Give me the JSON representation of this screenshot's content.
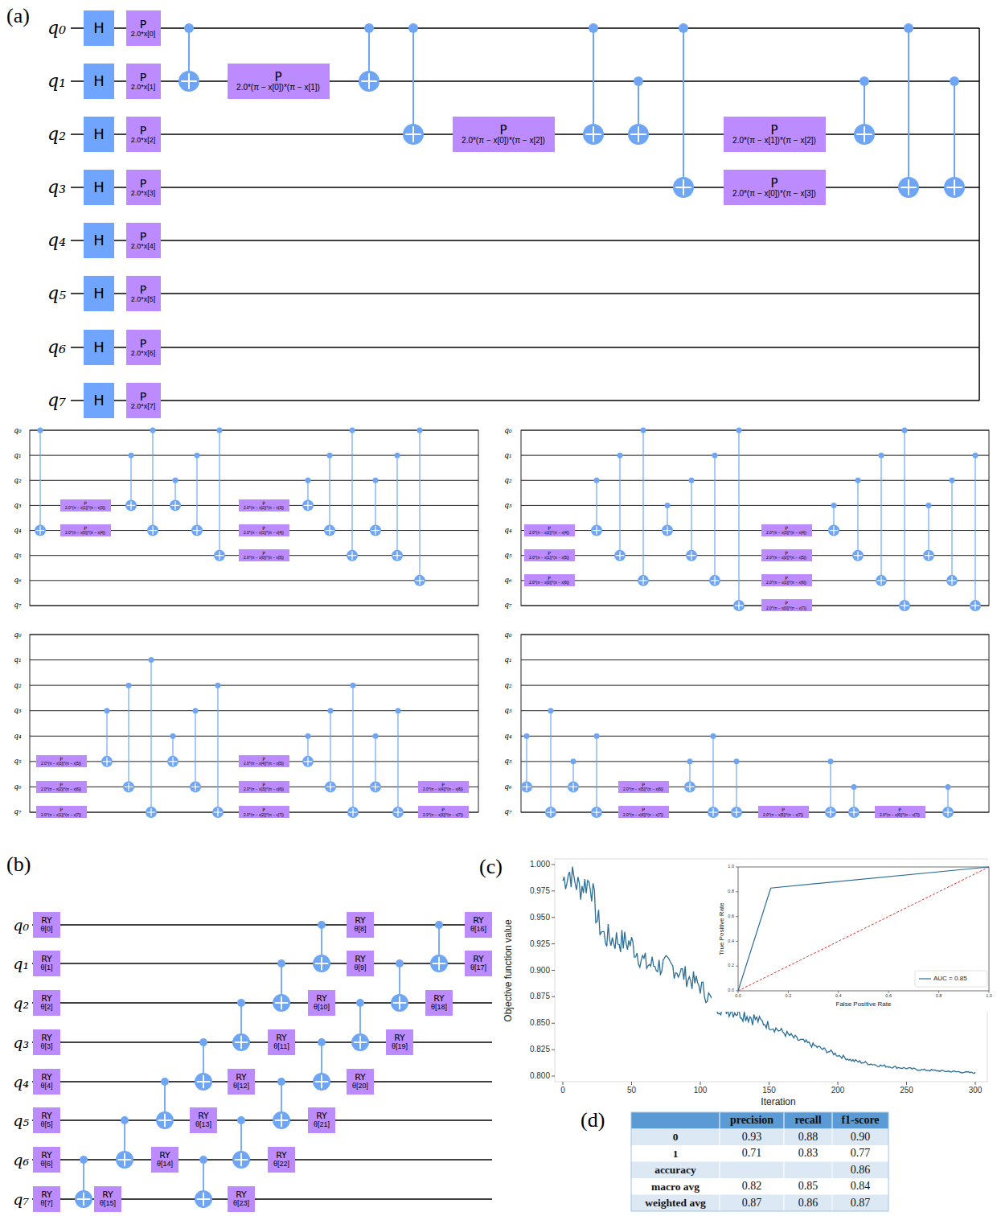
{
  "diagram": {
    "nodes": [
      {
        "text": [
          "H"
        ]
      },
      {
        "text": [
          "H"
        ]
      },
      {
        "text": [
          "H"
        ]
      },
      {
        "text": [
          "H"
        ]
      },
      {
        "text": [
          "H"
        ]
      },
      {
        "text": [
          "H"
        ]
      },
      {
        "text": [
          "H"
        ]
      },
      {
        "text": [
          "H"
        ]
      },
      {
        "text": [
          "P",
          "2.0*x[0]"
        ]
      },
      {
        "text": [
          "P",
          "2.0*x[1]"
        ]
      },
      {
        "text": [
          "P",
          "2.0*x[2]"
        ]
      },
      {
        "text": [
          "P",
          "2.0*x[3]"
        ]
      },
      {
        "text": [
          "P",
          "2.0*x[4]"
        ]
      },
      {
        "text": [
          "P",
          "2.0*x[5]"
        ]
      },
      {
        "text": [
          "P",
          "2.0*x[6]"
        ]
      },
      {
        "text": [
          "P",
          "2.0*x[7]"
        ]
      },
      {
        "text": [
          "P",
          "2.0*(π − x[0])*(π − x[1])"
        ]
      },
      {
        "text": [
          "P",
          "2.0*(π − x[0])*(π − x[2])"
        ]
      },
      {
        "text": [
          "P",
          "2.0*(π − x[1])*(π − x[2])"
        ]
      },
      {
        "text": [
          "P",
          "2.0*(π − x[0])*(π − x[3])"
        ]
      },
      {
        "text": [
          "P",
          "2.0*(π − x[1])*(π − x[3])"
        ]
      },
      {
        "text": [
          "P",
          "2.0*(π − x[0])*(π − x[4])"
        ]
      },
      {
        "text": [
          "P",
          "2.0*(π − x[2])*(π − x[3])"
        ]
      },
      {
        "text": [
          "P",
          "2.0*(π − x[1])*(π − x[4])"
        ]
      },
      {
        "text": [
          "P",
          "2.0*(π − x[0])*(π − x[5])"
        ]
      },
      {
        "text": [
          "P",
          "2.0*(π − x[2])*(π − x[4])"
        ]
      },
      {
        "text": [
          "P",
          "2.0*(π − x[1])*(π − x[5])"
        ]
      },
      {
        "text": [
          "P",
          "2.0*(π − x[0])*(π − x[6])"
        ]
      },
      {
        "text": [
          "P",
          "2.0*(π − x[3])*(π − x[4])"
        ]
      },
      {
        "text": [
          "P",
          "2.0*(π − x[2])*(π − x[5])"
        ]
      },
      {
        "text": [
          "P",
          "2.0*(π − x[1])*(π − x[6])"
        ]
      },
      {
        "text": [
          "P",
          "2.0*(π − x[0])*(π − x[7])"
        ]
      },
      {
        "text": [
          "P",
          "2.0*(π − x[3])*(π − x[5])"
        ]
      },
      {
        "text": [
          "P",
          "2.0*(π − x[2])*(π − x[6])"
        ]
      },
      {
        "text": [
          "P",
          "2.0*(π − x[1])*(π − x[7])"
        ]
      },
      {
        "text": [
          "P",
          "2.0*(π − x[4])*(π − x[5])"
        ]
      },
      {
        "text": [
          "P",
          "2.0*(π − x[3])*(π − x[6])"
        ]
      },
      {
        "text": [
          "P",
          "2.0*(π − x[2])*(π − x[7])"
        ]
      },
      {
        "text": [
          "P",
          "2.0*(π − x[4])*(π − x[6])"
        ]
      },
      {
        "text": [
          "P",
          "2.0*(π − x[3])*(π − x[7])"
        ]
      },
      {
        "text": [
          "P",
          "2.0*(π − x[5])*(π − x[6])"
        ]
      },
      {
        "text": [
          "P",
          "2.0*(π − x[4])*(π − x[7])"
        ]
      },
      {
        "text": [
          "P",
          "2.0*(π − x[5])*(π − x[7])"
        ]
      },
      {
        "text": [
          "P",
          "2.0*(π − x[6])*(π − x[7])"
        ]
      },
      {
        "text": [
          "RY",
          "θ[0]"
        ]
      },
      {
        "text": [
          "RY",
          "θ[1]"
        ]
      },
      {
        "text": [
          "RY",
          "θ[2]"
        ]
      },
      {
        "text": [
          "RY",
          "θ[3]"
        ]
      },
      {
        "text": [
          "RY",
          "θ[4]"
        ]
      },
      {
        "text": [
          "RY",
          "θ[5]"
        ]
      },
      {
        "text": [
          "RY",
          "θ[6]"
        ]
      },
      {
        "text": [
          "RY",
          "θ[7]"
        ]
      },
      {
        "text": [
          "RY",
          "θ[8]"
        ]
      },
      {
        "text": [
          "RY",
          "θ[9]"
        ]
      },
      {
        "text": [
          "RY",
          "θ[10]"
        ]
      },
      {
        "text": [
          "RY",
          "θ[11]"
        ]
      },
      {
        "text": [
          "RY",
          "θ[12]"
        ]
      },
      {
        "text": [
          "RY",
          "θ[13]"
        ]
      },
      {
        "text": [
          "RY",
          "θ[14]"
        ]
      },
      {
        "text": [
          "RY",
          "θ[15]"
        ]
      },
      {
        "text": [
          "RY",
          "θ[16]"
        ]
      },
      {
        "text": [
          "RY",
          "θ[17]"
        ]
      },
      {
        "text": [
          "RY",
          "θ[18]"
        ]
      },
      {
        "text": [
          "RY",
          "θ[19]"
        ]
      },
      {
        "text": [
          "RY",
          "θ[20]"
        ]
      },
      {
        "text": [
          "RY",
          "θ[21]"
        ]
      },
      {
        "text": [
          "RY",
          "θ[22]"
        ]
      },
      {
        "text": [
          "RY",
          "θ[23]"
        ]
      }
    ],
    "labels": [
      "(a)",
      "q₀",
      "q₁",
      "q₂",
      "q₃",
      "q₄",
      "q₅",
      "q₆",
      "q₇",
      "q₀",
      "q₁",
      "q₂",
      "q₃",
      "q₄",
      "q₅",
      "q₆",
      "q₇",
      "q₀",
      "q₁",
      "q₂",
      "q₃",
      "q₄",
      "q₅",
      "q₆",
      "q₇",
      "q₀",
      "q₁",
      "q₂",
      "q₃",
      "q₄",
      "q₅",
      "q₆",
      "q₇",
      "q₀",
      "q₁",
      "q₂",
      "q₃",
      "q₄",
      "q₅",
      "q₆",
      "q₇",
      "(b)",
      "q₀",
      "q₁",
      "q₂",
      "q₃",
      "q₄",
      "q₅",
      "q₆",
      "q₇",
      "(c)",
      "1.000",
      "0.975",
      "0.950",
      "0.925",
      "0.900",
      "0.875",
      "0.850",
      "0.825",
      "0.800",
      "0",
      "50",
      "100",
      "150",
      "200",
      "250",
      "300",
      "Iteration",
      "Objective function value",
      "True Positive Rate",
      "False Positive Rate",
      "0.0",
      "0.2",
      "0.4",
      "0.6",
      "0.8",
      "1.0",
      "0.0",
      "0.2",
      "0.4",
      "0.6",
      "0.8",
      "1.0",
      "(d)",
      "precision",
      "recall",
      "f1-score",
      "0",
      "0.93",
      "0.88",
      "0.90",
      "1",
      "0.71",
      "0.83",
      "0.77",
      "accuracy",
      "0.86",
      "macro avg",
      "0.82",
      "0.85",
      "0.84",
      "weighted avg",
      "0.87",
      "0.86",
      "0.87"
    ],
    "legend": [
      {
        "text": "AUC = 0.85"
      }
    ]
  }
}
